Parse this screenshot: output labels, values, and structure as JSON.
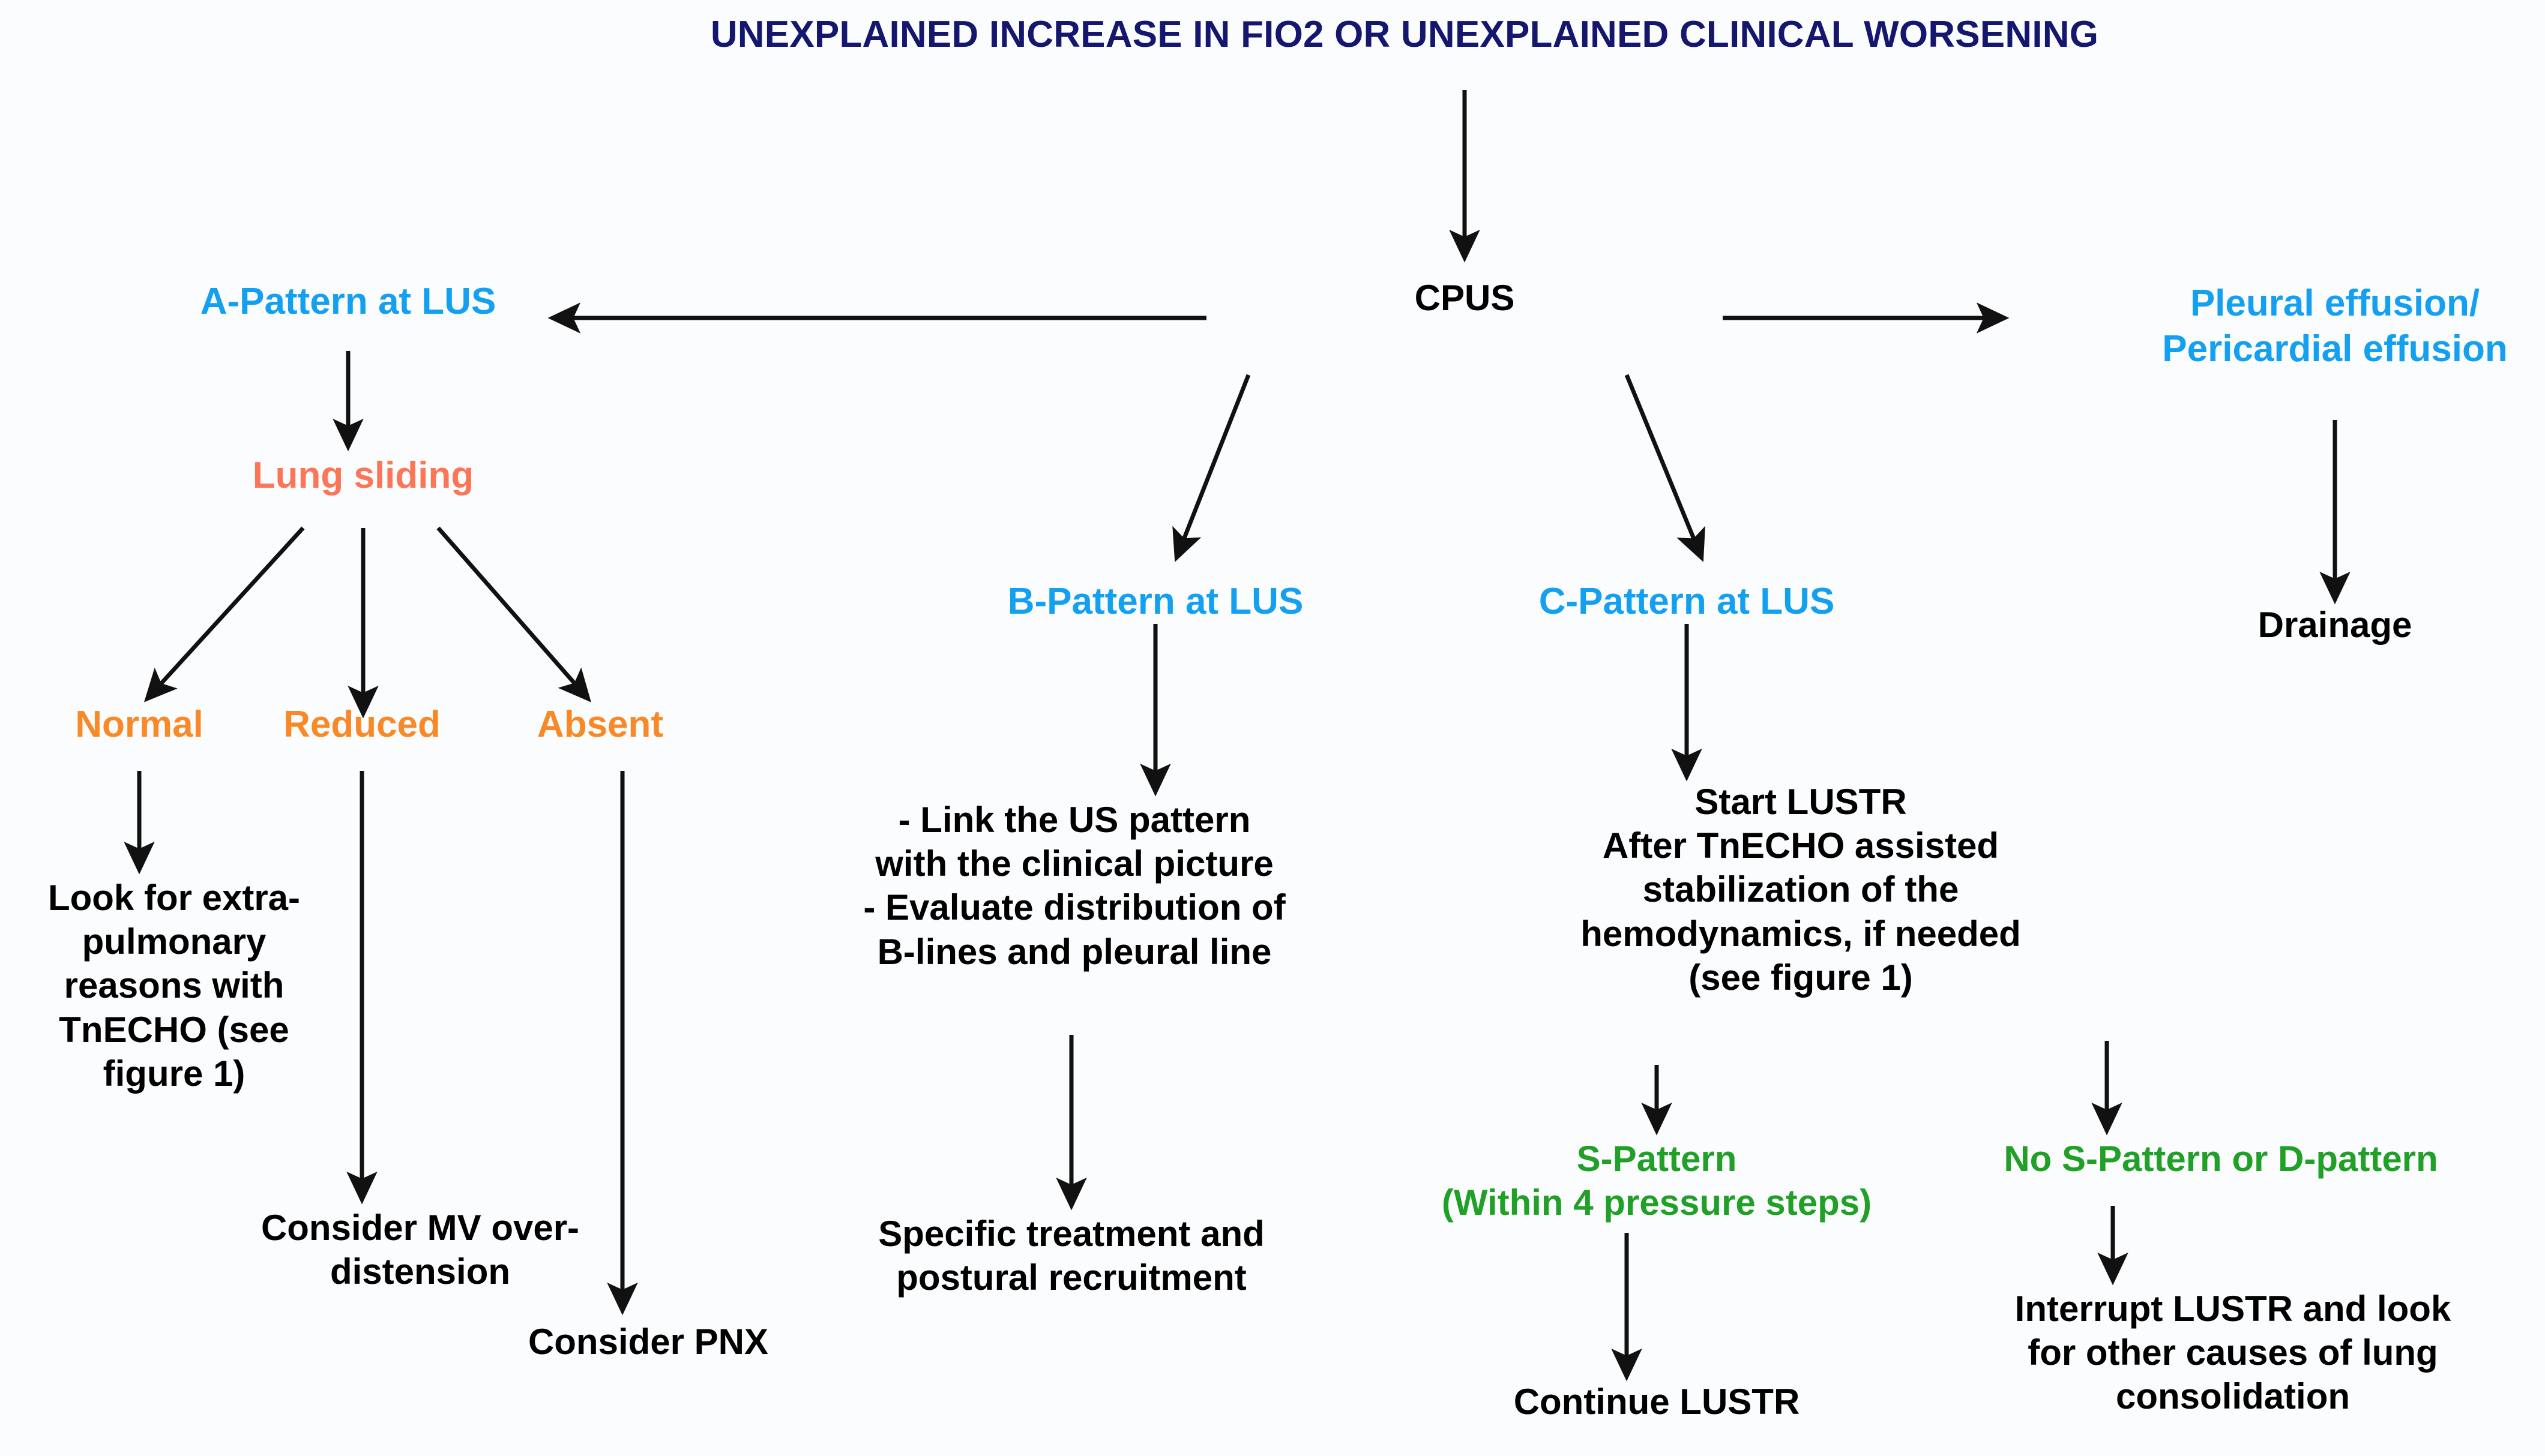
{
  "diagram": {
    "title": "UNEXPLAINED INCREASE IN FIO2 OR UNEXPLAINED CLINICAL WORSENING",
    "colors": {
      "title_navy": "#15176e",
      "cyan": "#14a0f0",
      "coral": "#fb7557",
      "orange": "#f98927",
      "green": "#21a028",
      "black": "#000000",
      "background": "#fbfcfd",
      "arrow": "#111111"
    },
    "nodes": {
      "cpus": "CPUS",
      "a_pattern": "A-Pattern  at LUS",
      "b_pattern": "B-Pattern at LUS",
      "c_pattern": "C-Pattern at LUS",
      "effusion": "Pleural effusion/\nPericardial effusion",
      "drainage": "Drainage",
      "lung_sliding": "Lung sliding",
      "normal": "Normal",
      "reduced": "Reduced",
      "absent": "Absent",
      "extra_pulmonary": "Look for extra-\npulmonary\nreasons with\nTnECHO (see\nfigure 1)",
      "mv_overdistension": "Consider MV over-\ndistension",
      "pnx": "Consider PNX",
      "b_actions": "- Link the US pattern\nwith the clinical picture\n- Evaluate distribution of\nB-lines and pleural line",
      "specific_treatment": "Specific treatment and\npostural recruitment",
      "start_lustr": "Start  LUSTR\nAfter TnECHO assisted\nstabilization of the\nhemodynamics, if needed\n(see figure 1)",
      "s_pattern": "S-Pattern\n(Within 4 pressure steps)",
      "no_s_pattern": "No S-Pattern or D-pattern",
      "continue_lustr": "Continue LUSTR",
      "interrupt_lustr": "Interrupt LUSTR and look\nfor other causes of lung\nconsolidation"
    },
    "edges": [
      {
        "name": "title-to-cpus",
        "from": "title",
        "to": "cpus"
      },
      {
        "name": "cpus-to-a-pattern",
        "from": "cpus",
        "to": "a_pattern"
      },
      {
        "name": "cpus-to-b-pattern",
        "from": "cpus",
        "to": "b_pattern"
      },
      {
        "name": "cpus-to-c-pattern",
        "from": "cpus",
        "to": "c_pattern"
      },
      {
        "name": "cpus-to-effusion",
        "from": "cpus",
        "to": "effusion"
      },
      {
        "name": "effusion-to-drainage",
        "from": "effusion",
        "to": "drainage"
      },
      {
        "name": "a-pattern-to-lung-sliding",
        "from": "a_pattern",
        "to": "lung_sliding"
      },
      {
        "name": "lung-sliding-to-normal",
        "from": "lung_sliding",
        "to": "normal"
      },
      {
        "name": "lung-sliding-to-reduced",
        "from": "lung_sliding",
        "to": "reduced"
      },
      {
        "name": "lung-sliding-to-absent",
        "from": "lung_sliding",
        "to": "absent"
      },
      {
        "name": "normal-to-extra-pulmonary",
        "from": "normal",
        "to": "extra_pulmonary"
      },
      {
        "name": "reduced-to-mv",
        "from": "reduced",
        "to": "mv_overdistension"
      },
      {
        "name": "absent-to-pnx",
        "from": "absent",
        "to": "pnx"
      },
      {
        "name": "b-pattern-to-actions",
        "from": "b_pattern",
        "to": "b_actions"
      },
      {
        "name": "actions-to-treatment",
        "from": "b_actions",
        "to": "specific_treatment"
      },
      {
        "name": "c-pattern-to-start-lustr",
        "from": "c_pattern",
        "to": "start_lustr"
      },
      {
        "name": "start-lustr-to-s-pattern",
        "from": "start_lustr",
        "to": "s_pattern"
      },
      {
        "name": "start-lustr-to-no-s",
        "from": "start_lustr",
        "to": "no_s_pattern"
      },
      {
        "name": "s-pattern-to-continue",
        "from": "s_pattern",
        "to": "continue_lustr"
      },
      {
        "name": "no-s-to-interrupt",
        "from": "no_s_pattern",
        "to": "interrupt_lustr"
      }
    ]
  }
}
